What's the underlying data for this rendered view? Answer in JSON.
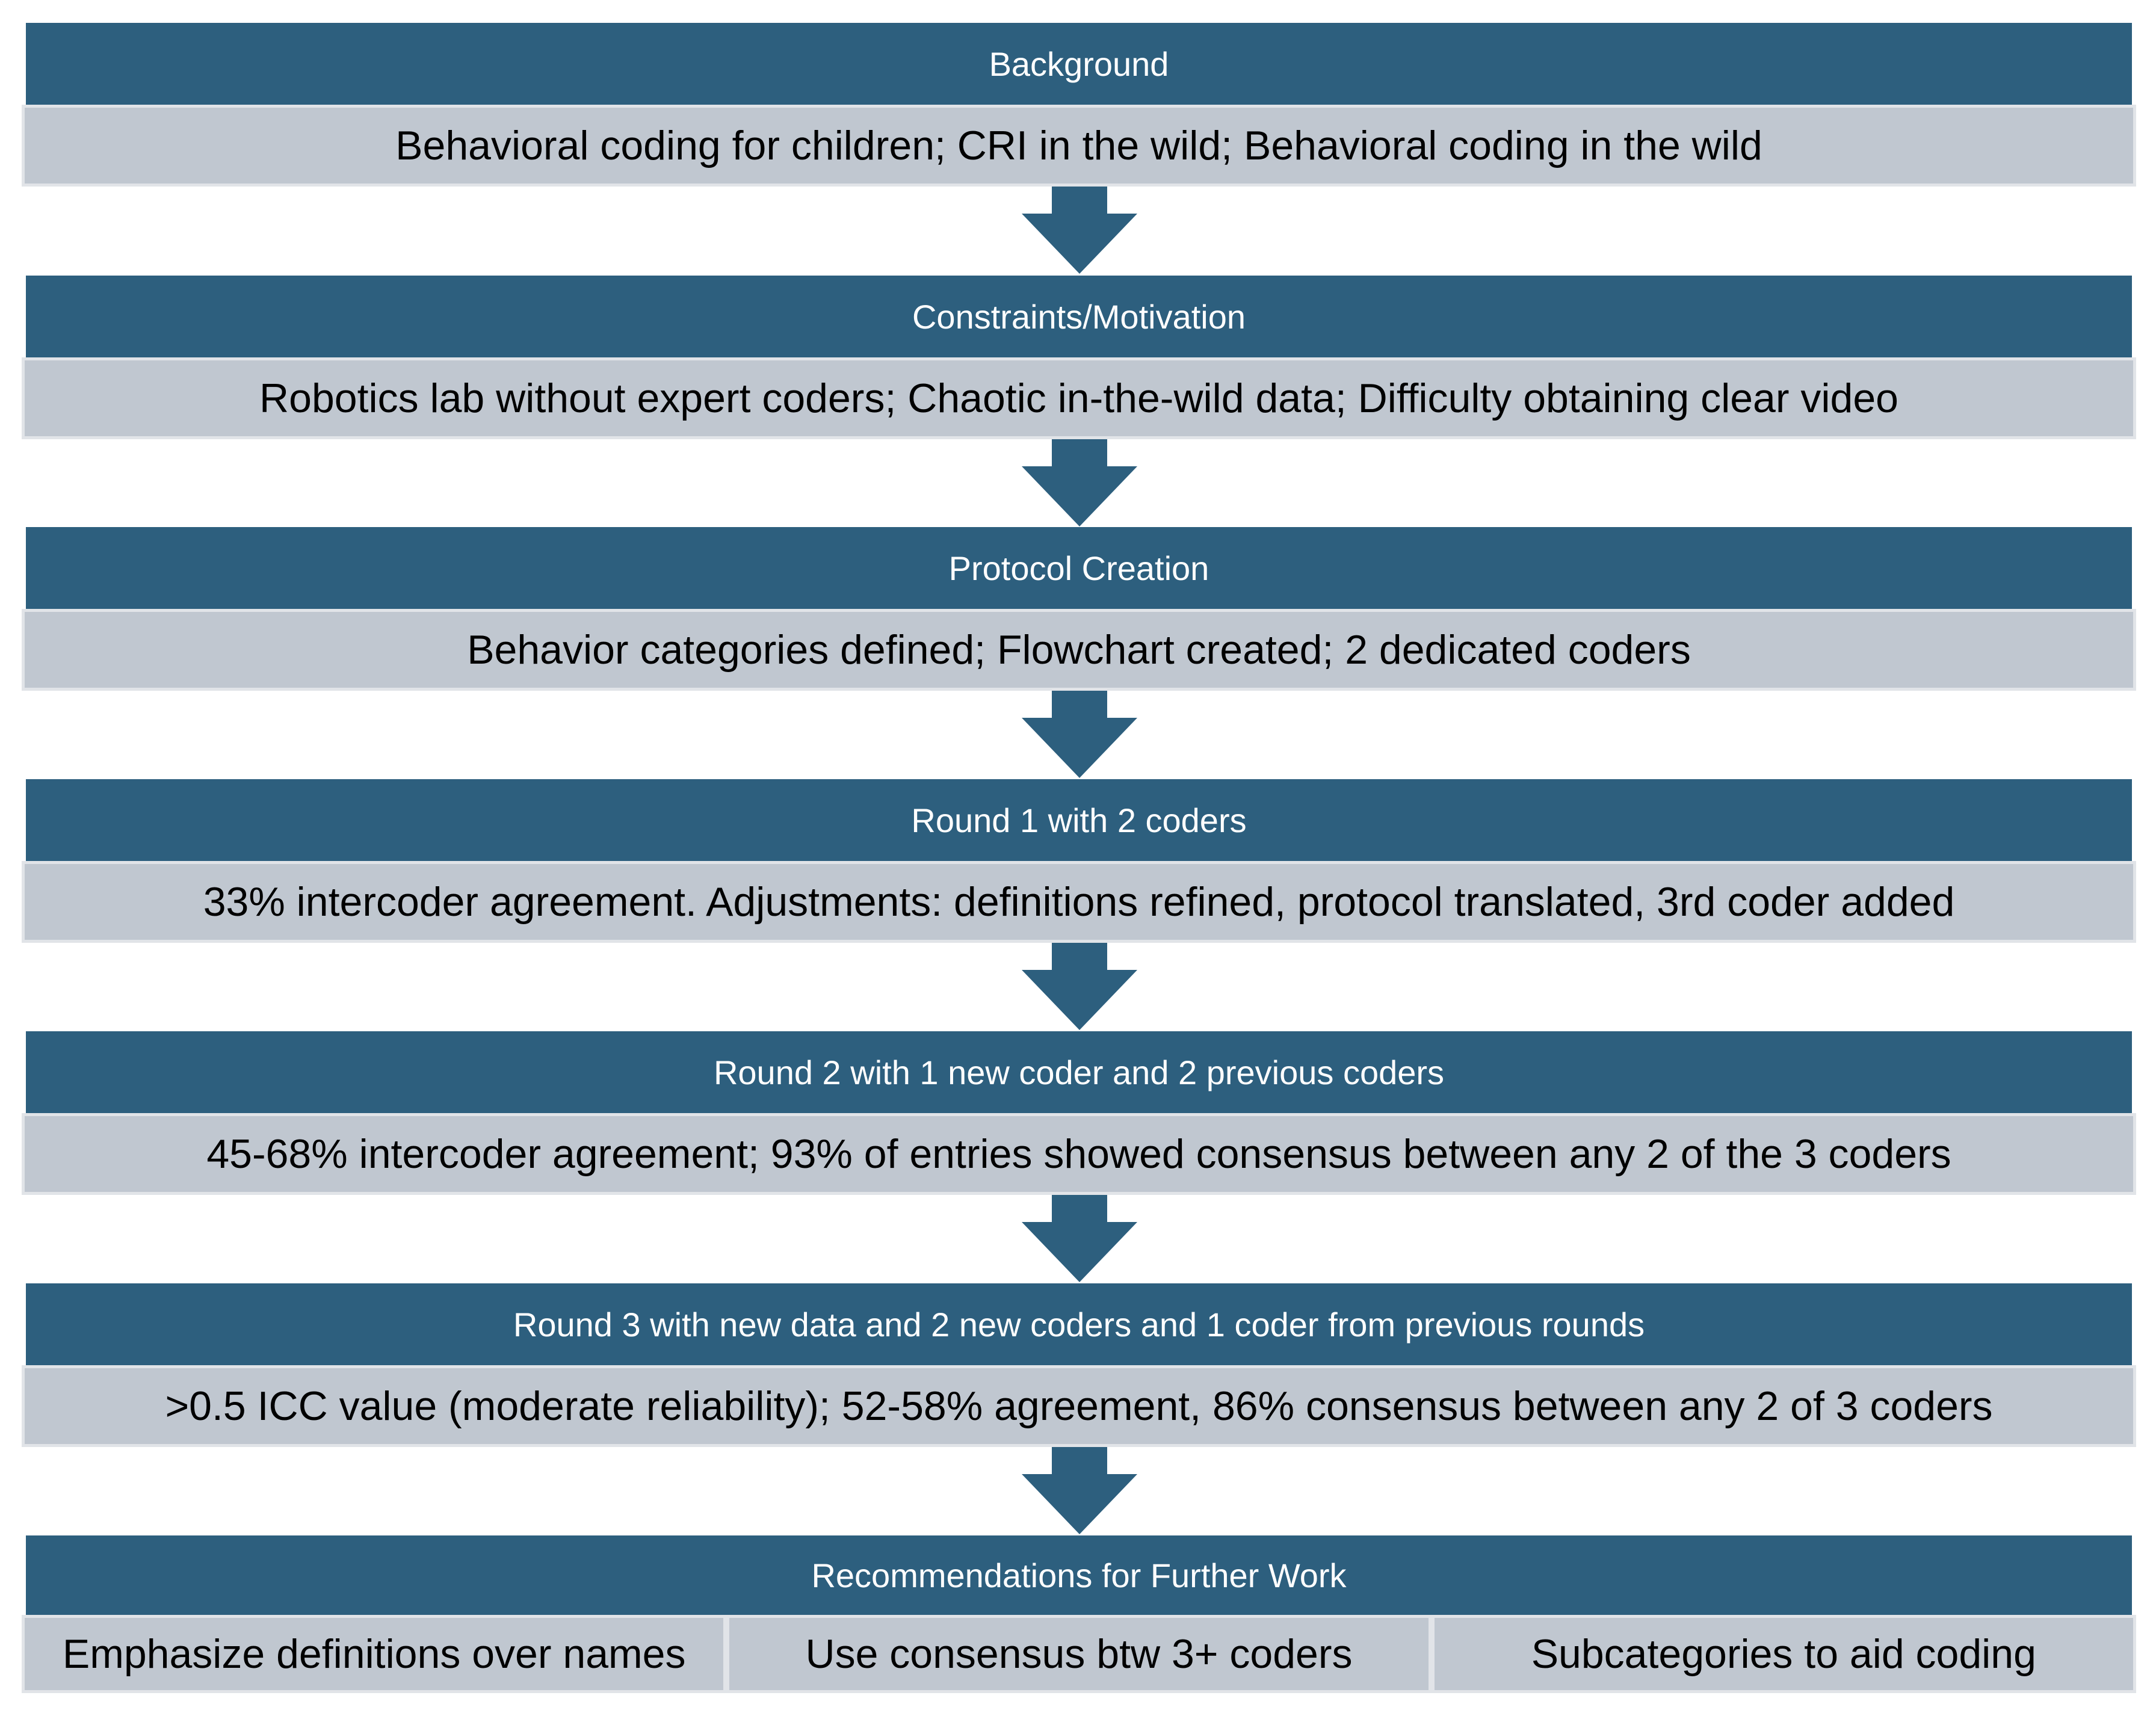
{
  "colors": {
    "header_bg": "#2d5f7e",
    "body_bg": "#c0c7d0",
    "arrow": "#2d5f7e"
  },
  "stages": [
    {
      "title": "Background",
      "text": "Behavioral coding for children; CRI in the wild; Behavioral coding in the wild"
    },
    {
      "title": "Constraints/Motivation",
      "text": "Robotics lab without expert coders; Chaotic in-the-wild data; Difficulty obtaining clear video"
    },
    {
      "title": "Protocol Creation",
      "text": "Behavior categories defined; Flowchart created; 2 dedicated coders"
    },
    {
      "title": "Round 1 with 2 coders",
      "text": "33% intercoder agreement. Adjustments: definitions refined, protocol translated, 3rd coder added"
    },
    {
      "title": "Round 2 with 1 new coder and 2 previous coders",
      "text": "45-68% intercoder agreement; 93% of entries showed consensus between any 2 of the 3 coders"
    },
    {
      "title": "Round 3 with new data and 2 new coders and 1 coder from previous rounds",
      "text": ">0.5 ICC value (moderate reliability); 52-58% agreement, 86% consensus between any 2 of 3 coders"
    }
  ],
  "recommendations": {
    "title": "Recommendations for Further Work",
    "items": [
      "Emphasize definitions over names",
      "Use consensus btw 3+ coders",
      "Subcategories to aid coding"
    ]
  }
}
